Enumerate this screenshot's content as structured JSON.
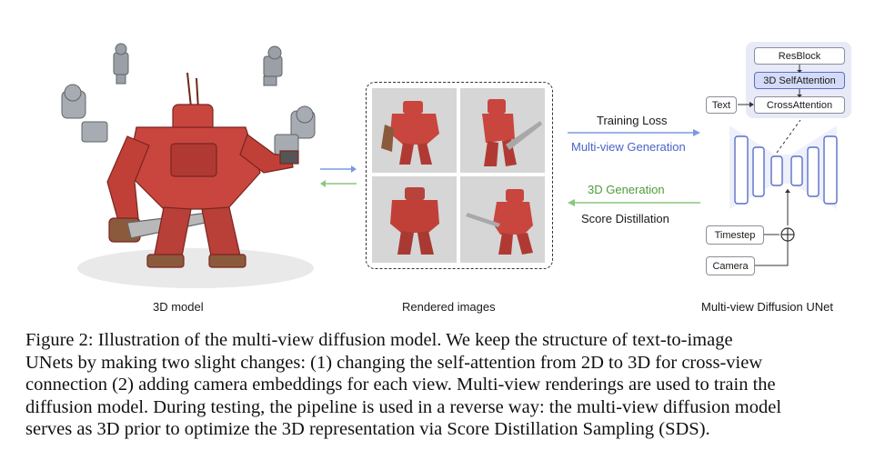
{
  "figure": {
    "labels": {
      "model": "3D model",
      "rendered": "Rendered images",
      "unet": "Multi-view Diffusion UNet"
    },
    "arrows": {
      "training_loss": "Training Loss",
      "multiview_generation": "Multi-view Generation",
      "generation_3d": "3D Generation",
      "score_distillation": "Score Distillation"
    },
    "unet_blocks": {
      "resblock": "ResBlock",
      "self_attention": "3D SelfAttention",
      "cross_attention": "CrossAttention",
      "text": "Text",
      "timestep": "Timestep",
      "camera": "Camera"
    },
    "colors": {
      "robot": "#c8463e",
      "blue_arrow": "#7b9ae0",
      "green_arrow": "#8cc67c",
      "panel": "#e8eaf7",
      "unet_stroke": "#5a6fc8",
      "tile_bg": "#d6d6d6"
    }
  },
  "caption": {
    "lines": [
      "Figure 2: Illustration of the multi-view diffusion model.  We keep the structure of text-to-image",
      "UNets by making two slight changes: (1) changing the self-attention from 2D to 3D for cross-view",
      "connection (2) adding camera embeddings for each view. Multi-view renderings are used to train the",
      "diffusion model. During testing, the pipeline is used in a reverse way: the multi-view diffusion model",
      "serves as 3D prior to optimize the 3D representation via Score Distillation Sampling (SDS)."
    ]
  }
}
